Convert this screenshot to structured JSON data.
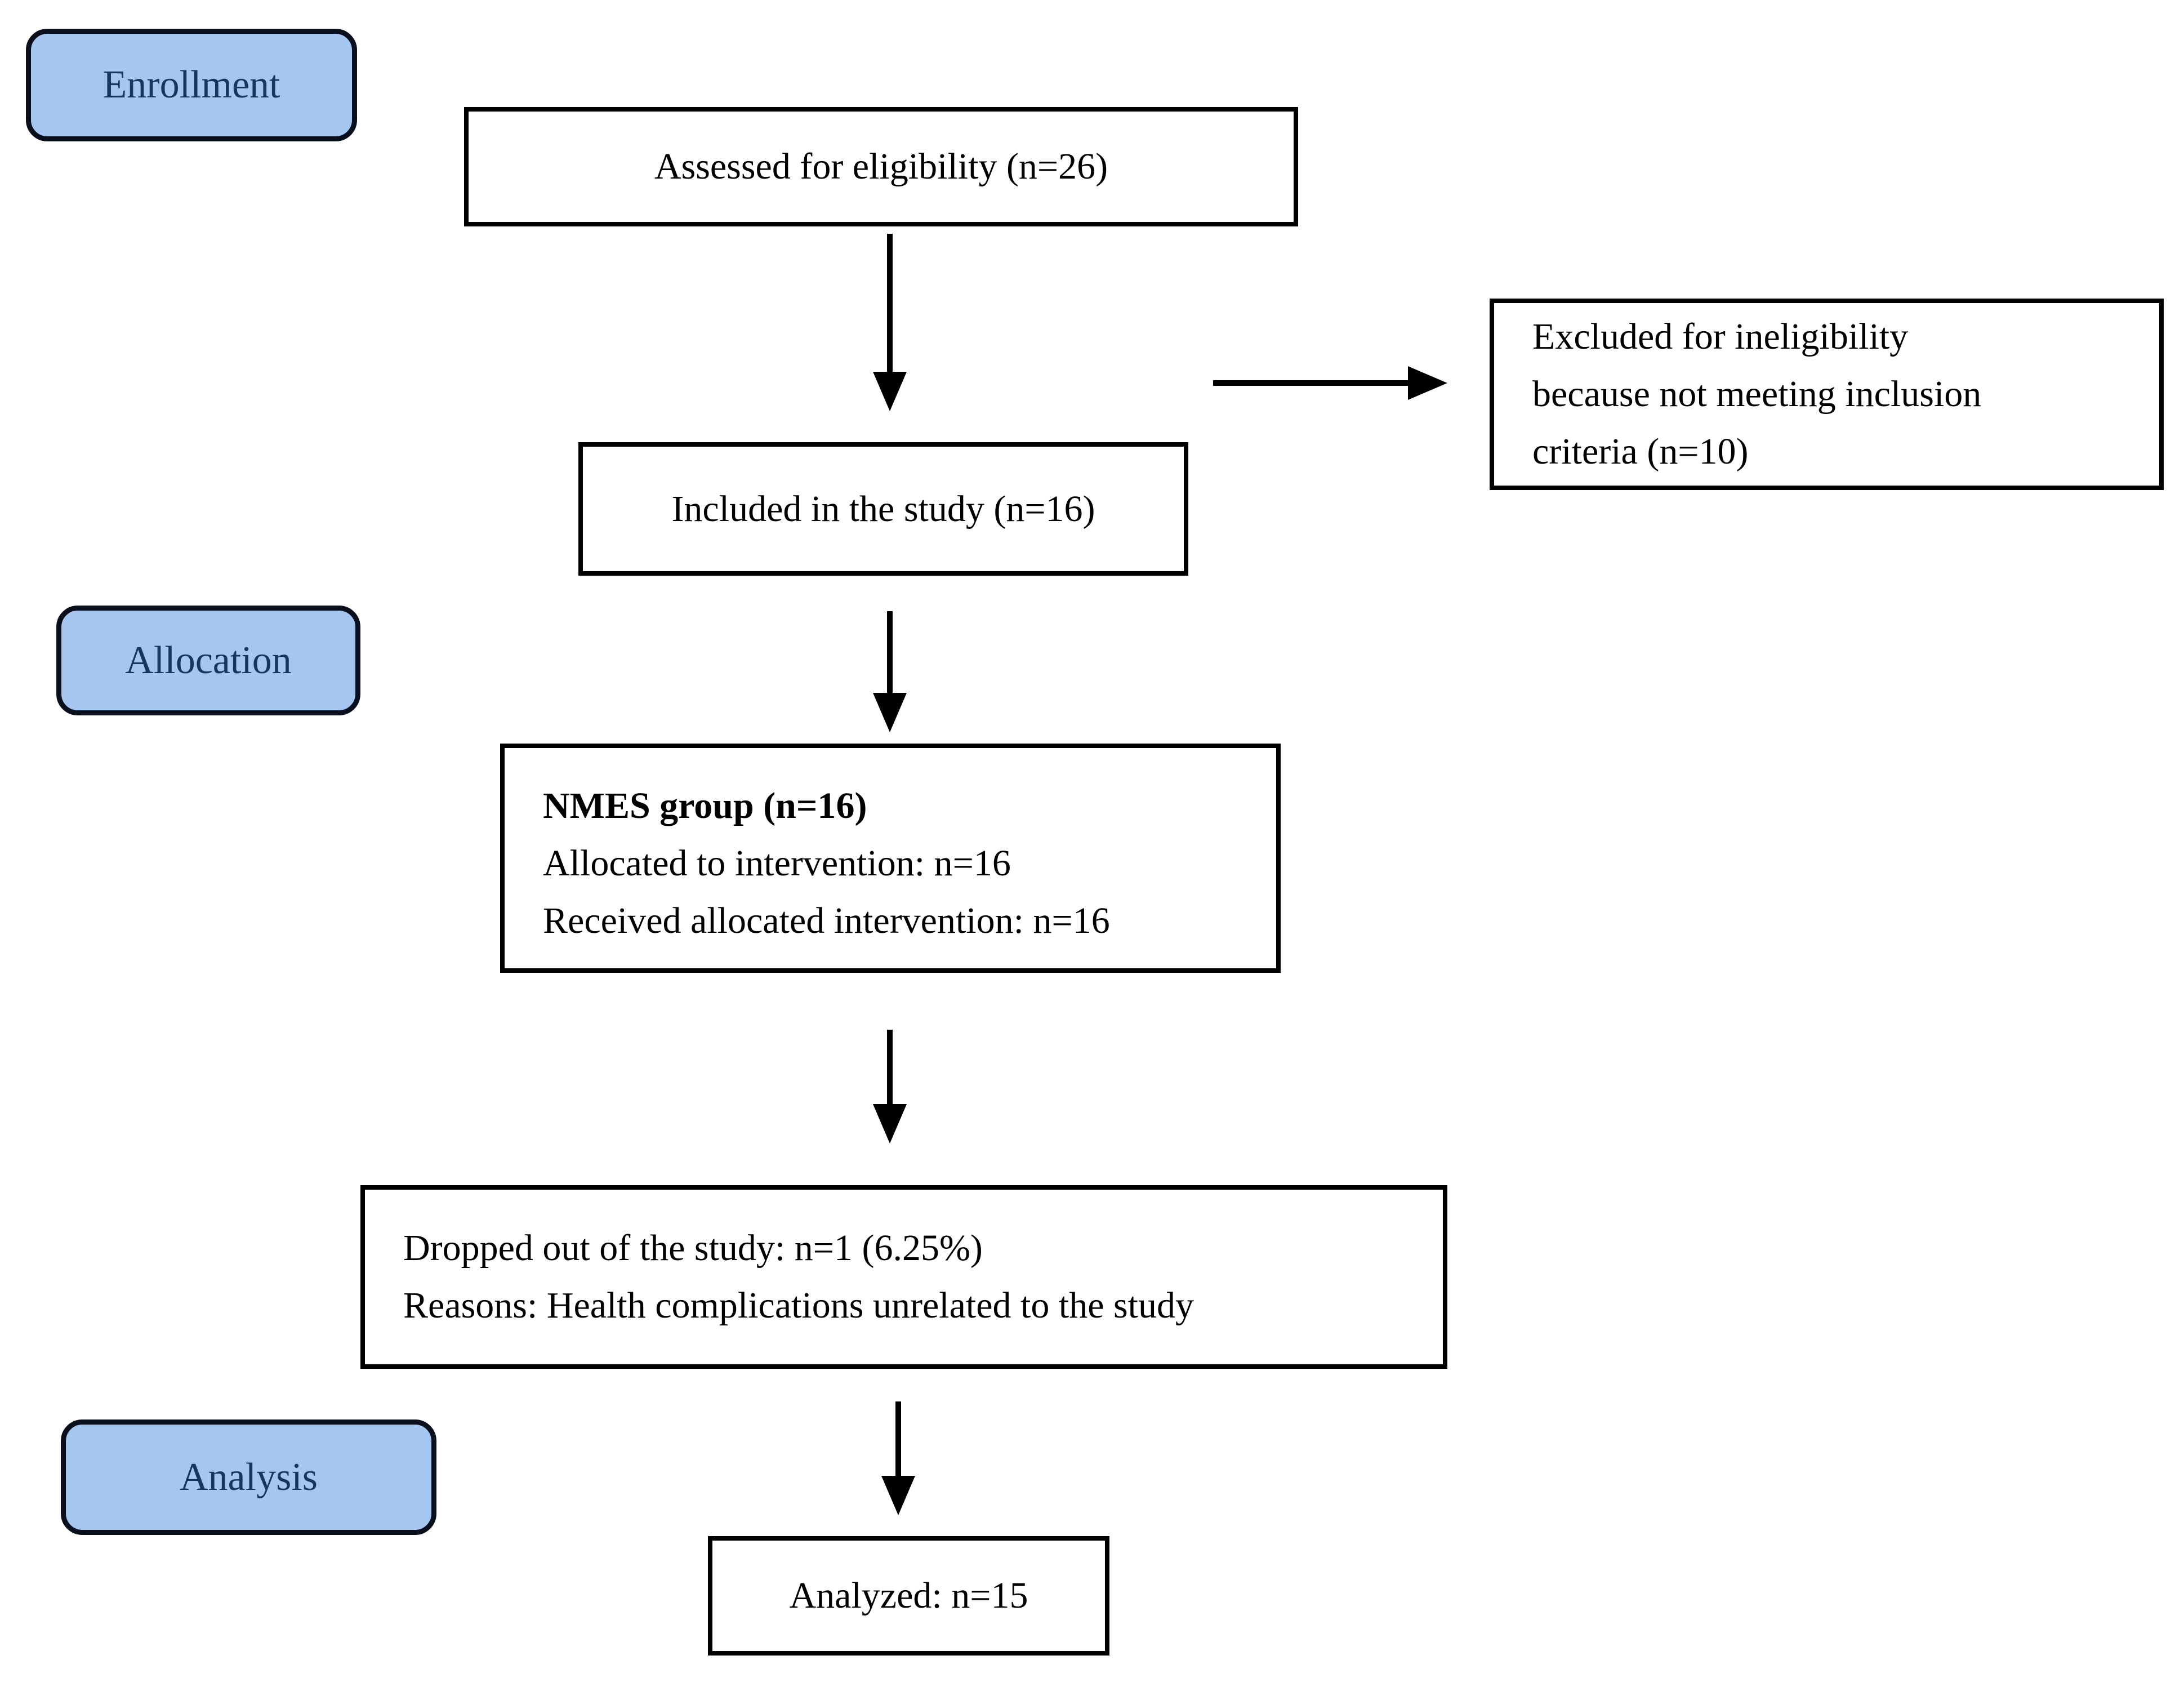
{
  "diagram": {
    "stages": {
      "enrollment": "Enrollment",
      "allocation": "Allocation",
      "analysis": "Analysis"
    },
    "boxes": {
      "assessed": {
        "text": "Assessed for eligibility (n=26)"
      },
      "included": {
        "text": "Included in the study (n=16)"
      },
      "excluded": {
        "lines": [
          "Excluded for ineligibility",
          "because not meeting inclusion",
          "criteria (n=10)"
        ]
      },
      "nmes": {
        "lines": [
          "NMES group (n=16)",
          "Allocated to intervention: n=16",
          "Received allocated intervention: n=16"
        ]
      },
      "dropped": {
        "lines": [
          "Dropped out of the study: n=1 (6.25%)",
          "Reasons: Health complications unrelated to the study"
        ]
      },
      "analyzed": {
        "text": "Analyzed: n=15"
      }
    },
    "colors": {
      "stage_fill": "#a6c6f2",
      "stage_text": "#17365d",
      "box_fill": "#ffffff",
      "border": "#000000",
      "arrow": "#000000"
    }
  }
}
